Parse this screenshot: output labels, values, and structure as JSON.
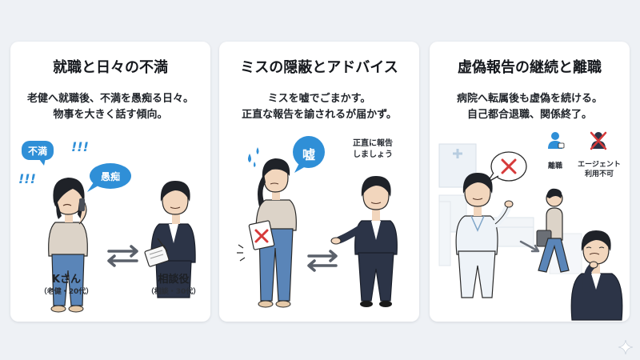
{
  "colors": {
    "background": "#eef1f5",
    "card": "#ffffff",
    "accent_blue": "#2f8fd7",
    "alert_red": "#d63a3a",
    "suit": "#2c3447"
  },
  "panels": [
    {
      "title": "就職と日々の不満",
      "desc": [
        "老健へ就職後、不満を愚痴る日々。",
        "物事を大きく話す傾向。"
      ],
      "bubbles": [
        "不満",
        "愚痴"
      ],
      "exclamations": [
        "!!!",
        "!!!"
      ],
      "left_name": "Kさん",
      "left_sub": "（老健・20代）",
      "right_name": "相談役",
      "right_sub": "（相談・30代）",
      "icons": [
        "phone-icon",
        "exchange-arrows-icon",
        "clipboard-icon"
      ]
    },
    {
      "title": "ミスの隠蔽とアドバイス",
      "desc": [
        "ミスを嘘でごまかす。",
        "正直な報告を諭されるが届かず。"
      ],
      "bubble": "嘘",
      "advice": [
        "正直に報告",
        "しましょう"
      ],
      "icons": [
        "sweat-icon",
        "cross-paper-icon",
        "exchange-arrows-icon"
      ]
    },
    {
      "title": "虚偽報告の継続と離職",
      "desc": [
        "病院へ転属後も虚偽を続ける。",
        "自己都合退職、関係終了。"
      ],
      "leave_label": "離職",
      "agent_label": [
        "エージェント",
        "利用不可"
      ],
      "icons": [
        "cross-bubble-icon",
        "person-badge-icon",
        "person-x-icon",
        "walking-arrow-icon"
      ]
    }
  ]
}
